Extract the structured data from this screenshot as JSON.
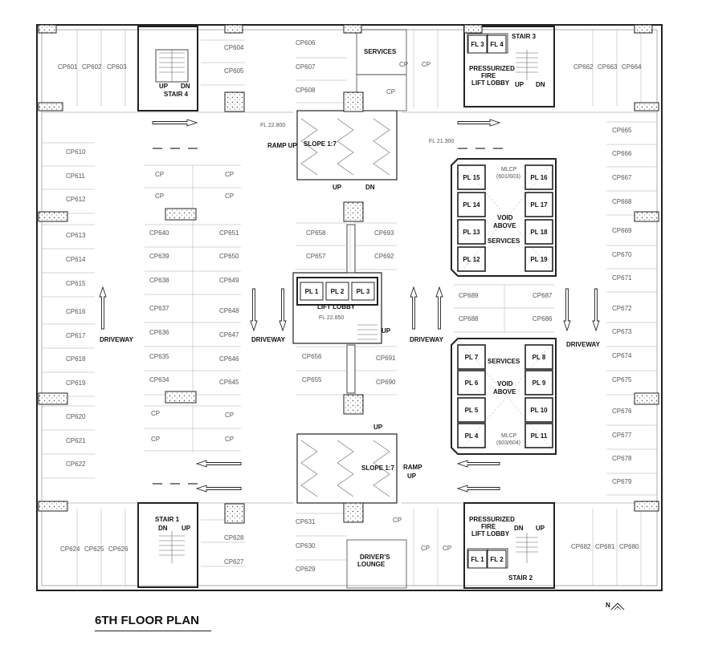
{
  "title": "6TH FLOOR PLAN",
  "north": "N",
  "labels": {
    "stair1": "STAIR 1",
    "stair2": "STAIR 2",
    "stair3": "STAIR 3",
    "stair4": "STAIR 4",
    "up": "UP",
    "dn": "DN",
    "services": "SERVICES",
    "ramp_up": "RAMP UP",
    "ramp": "RAMP",
    "slope": "SLOPE 1:7",
    "driveway": "DRIVEWAY",
    "lift_lobby": "LIFT LOBBY",
    "pressurized": "PRESSURIZED",
    "fire": "FIRE",
    "lift_lobby_caps": "LIFT LOBBY",
    "void": "VOID",
    "above": "ABOVE",
    "mlcp": "MLCP",
    "mlcp_a": "(601/603)",
    "mlcp_b": "(603/604)",
    "drivers": "DRIVER'S",
    "lounge": "LOUNGE",
    "fl_22800": "FL 22.800",
    "fl_21300": "FL 21.300",
    "fl_22850": "FL 22.850",
    "cp": "CP"
  },
  "lifts": {
    "center": [
      "PL 1",
      "PL 2",
      "PL 3"
    ],
    "top_right_block": [
      "PL 15",
      "PL 16",
      "PL 14",
      "PL 17",
      "PL 13",
      "PL 18",
      "PL 12",
      "PL 19"
    ],
    "bottom_right_block": [
      "PL 7",
      "PL 8",
      "PL 6",
      "PL 9",
      "PL 5",
      "PL 10",
      "PL 4",
      "PL 11"
    ],
    "fire_top": [
      "FL 3",
      "FL 4"
    ],
    "fire_bottom": [
      "FL 1",
      "FL 2"
    ]
  },
  "parking": {
    "top_left": [
      "CP601",
      "CP602",
      "CP603"
    ],
    "top_center_left": [
      "CP604",
      "CP605"
    ],
    "top_center": [
      "CP606",
      "CP607",
      "CP608"
    ],
    "top_right": [
      "CP662",
      "CP663",
      "CP664"
    ],
    "left_column": [
      "CP610",
      "CP611",
      "CP612",
      "CP613",
      "CP614",
      "CP615",
      "CP616",
      "CP617",
      "CP618",
      "CP619",
      "CP620",
      "CP621",
      "CP622"
    ],
    "mid_left_a": [
      "CP640",
      "CP639",
      "CP638",
      "CP637",
      "CP636",
      "CP635",
      "CP634"
    ],
    "mid_left_b": [
      "CP651",
      "CP650",
      "CP649",
      "CP648",
      "CP647",
      "CP646",
      "CP645"
    ],
    "center_a_top": [
      "CP658",
      "CP657"
    ],
    "center_b_top": [
      "CP693",
      "CP692"
    ],
    "center_a_bottom": [
      "CP656",
      "CP655"
    ],
    "center_b_bottom": [
      "CP691",
      "CP690"
    ],
    "right_mid_a": [
      "CP689",
      "CP688"
    ],
    "right_mid_b": [
      "CP687",
      "CP686"
    ],
    "right_column": [
      "CP665",
      "CP666",
      "CP667",
      "CP668",
      "CP669",
      "CP670",
      "CP671",
      "CP672",
      "CP673",
      "CP674",
      "CP675",
      "CP676",
      "CP677",
      "CP678",
      "CP679"
    ],
    "bottom_left": [
      "CP624",
      "CP625",
      "CP626"
    ],
    "bottom_center_left": [
      "CP628",
      "CP627"
    ],
    "bottom_center": [
      "CP631",
      "CP630",
      "CP629"
    ],
    "bottom_right": [
      "CP682",
      "CP681",
      "CP680"
    ]
  }
}
